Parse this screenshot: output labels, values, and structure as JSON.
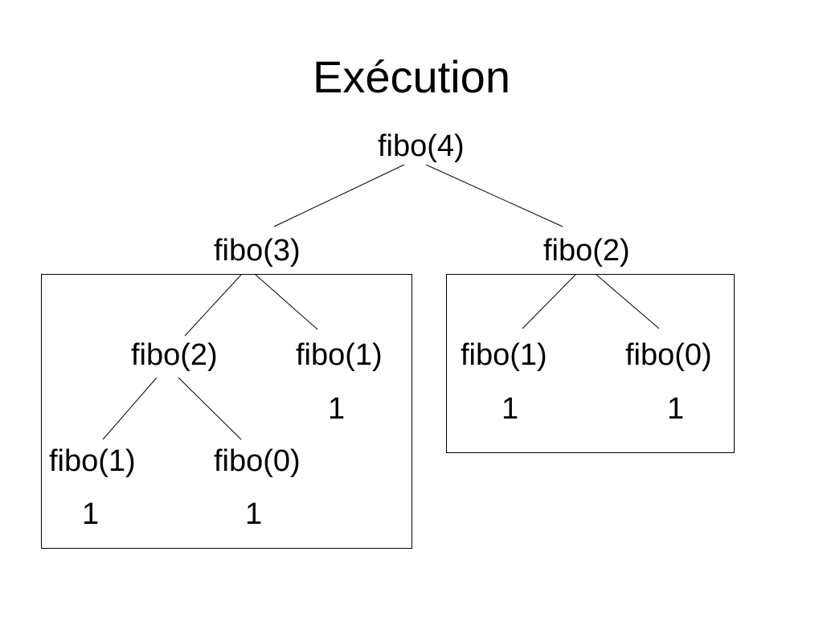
{
  "title": "Exécution",
  "tree": {
    "root": "fibo(4)",
    "left": {
      "label": "fibo(3)",
      "children": {
        "left": {
          "label": "fibo(2)",
          "children": {
            "left": {
              "label": "fibo(1)",
              "value": "1"
            },
            "right": {
              "label": "fibo(0)",
              "value": "1"
            }
          }
        },
        "right": {
          "label": "fibo(1)",
          "value": "1"
        }
      }
    },
    "right": {
      "label": "fibo(2)",
      "children": {
        "left": {
          "label": "fibo(1)",
          "value": "1"
        },
        "right": {
          "label": "fibo(0)",
          "value": "1"
        }
      }
    }
  }
}
